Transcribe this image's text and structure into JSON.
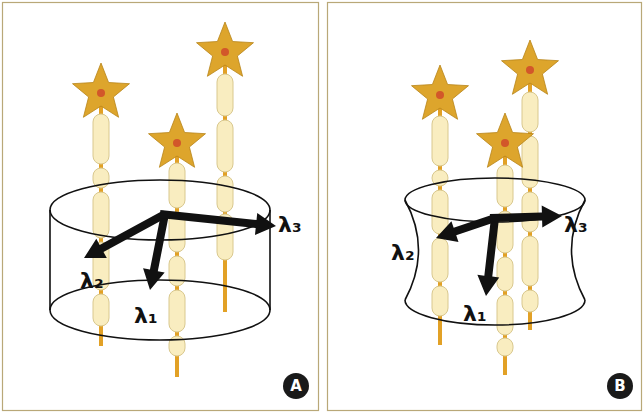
{
  "diagram": {
    "nodes": [
      {
        "text": [
          "A"
        ]
      },
      {
        "text": [
          "B"
        ]
      }
    ],
    "labels": [
      "λ₂",
      "λ₁",
      "λ₃",
      "λ₂",
      "λ₁",
      "λ₃"
    ]
  }
}
